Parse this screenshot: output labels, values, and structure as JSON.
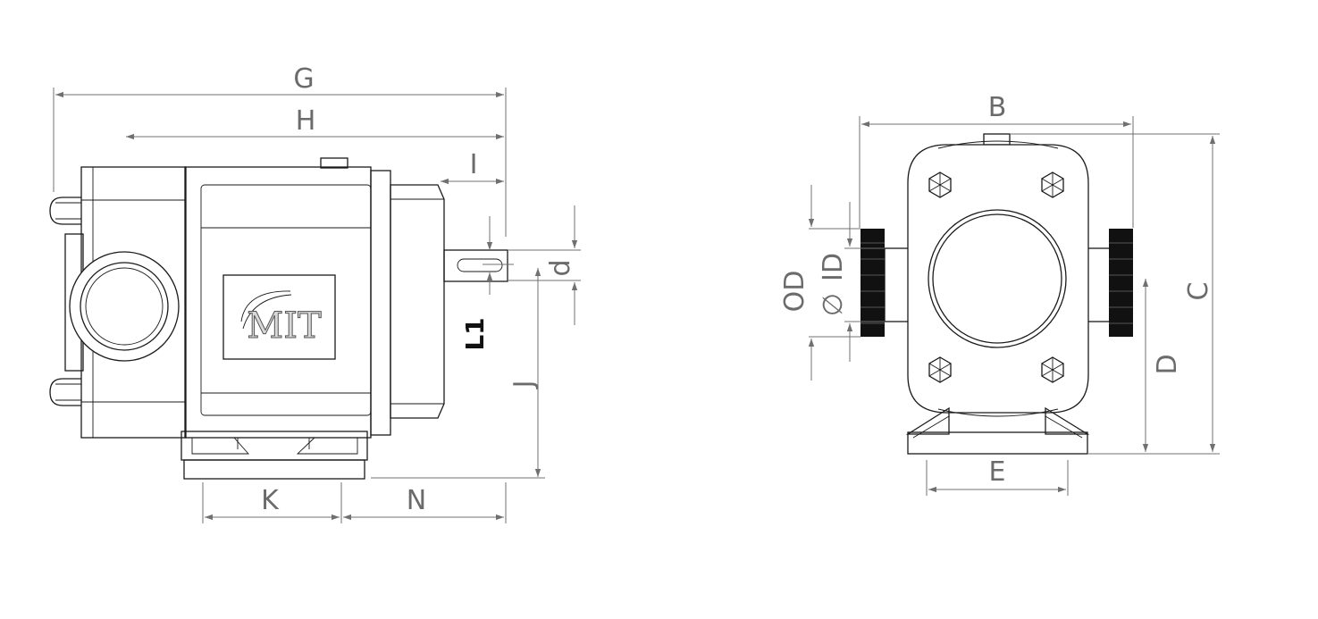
{
  "side_view": {
    "labels": {
      "G": "G",
      "H": "H",
      "I": "I",
      "d": "d",
      "L1": "L1",
      "J": "J",
      "K": "K",
      "N": "N"
    },
    "logo_text": "MIT"
  },
  "front_view": {
    "labels": {
      "B": "B",
      "C": "C",
      "D": "D",
      "E": "E",
      "OD": "OD",
      "ID": "ID",
      "diameter_symbol": "∅"
    }
  }
}
